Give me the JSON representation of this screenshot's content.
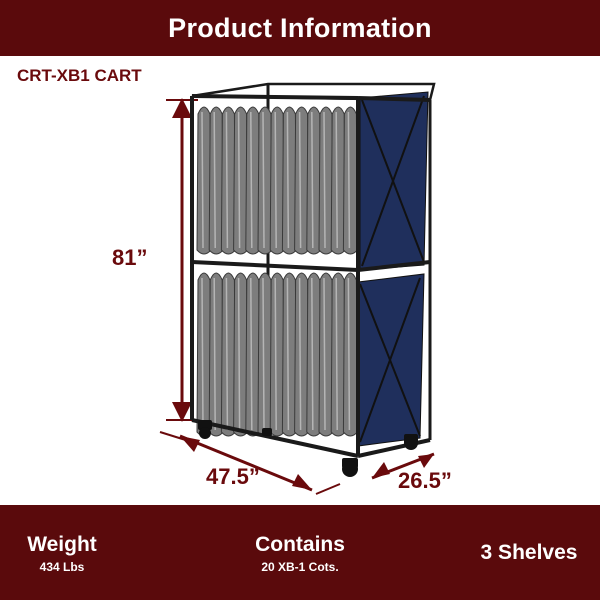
{
  "header": {
    "title": "Product Information"
  },
  "model": {
    "label": "CRT-XB1 CART"
  },
  "dimensions": {
    "height": "81”",
    "width": "47.5”",
    "depth": "26.5”"
  },
  "footer": {
    "weight": {
      "label": "Weight",
      "value": "434 Lbs"
    },
    "contains": {
      "label": "Contains",
      "value": "20 XB-1 Cots."
    },
    "shelves": {
      "label": "3 Shelves"
    }
  },
  "colors": {
    "brand": "#5a0a0c",
    "dimension": "#6a0a0c",
    "cot_fabric": "#1f2f5c",
    "cot_frame": "#7d7d7d"
  }
}
